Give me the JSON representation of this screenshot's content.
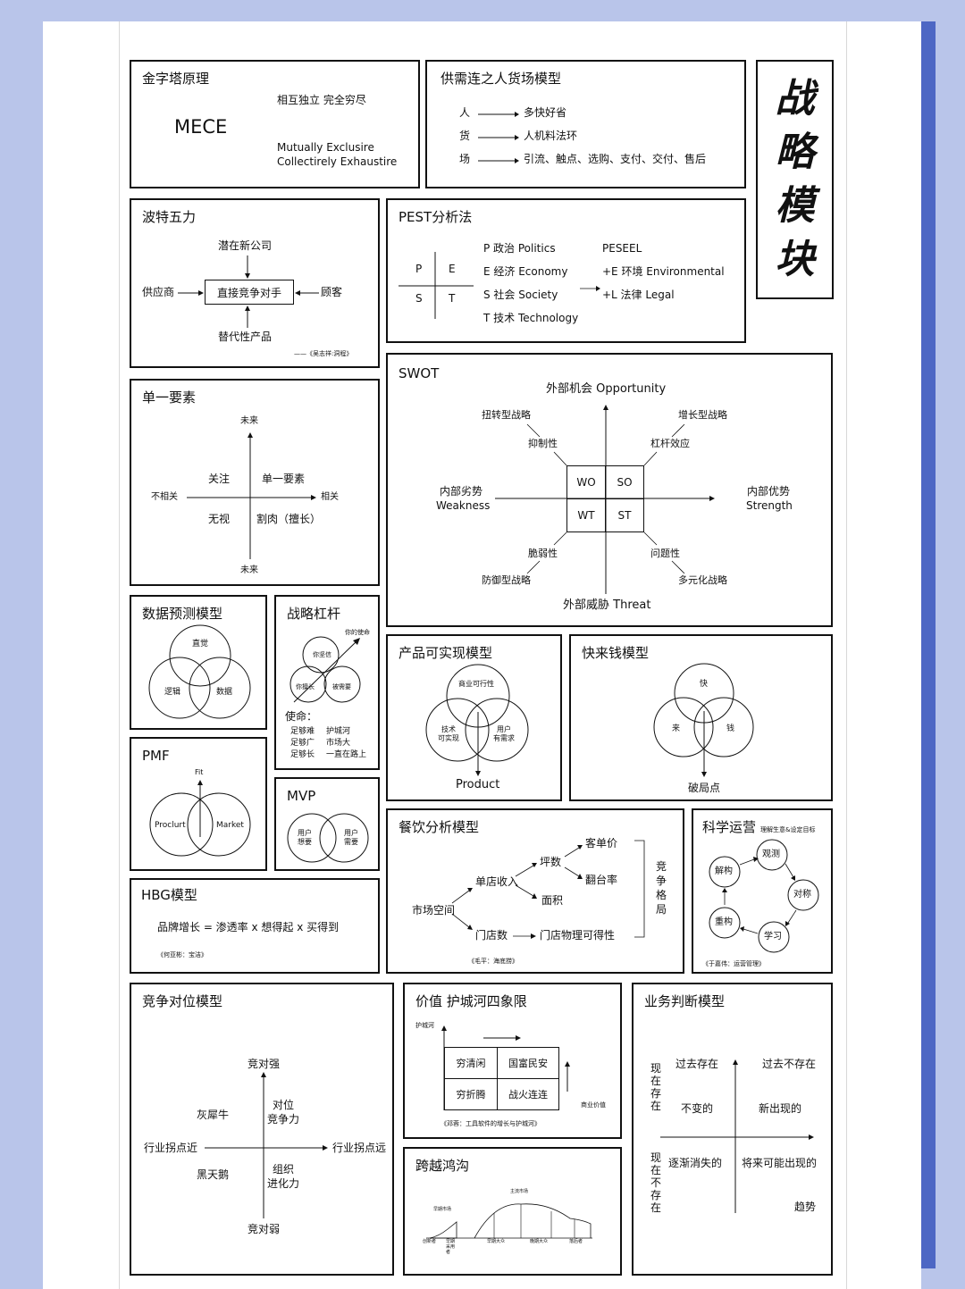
{
  "title_chars": [
    "战",
    "略",
    "模",
    "块"
  ],
  "pyramid": {
    "title": "金字塔原理",
    "mece": "MECE",
    "cn": "相互独立 完全穷尽",
    "en1": "Mutually Exclusire",
    "en2": "Collectirely Exhaustire"
  },
  "supply": {
    "title": "供需连之人货场模型",
    "rows": [
      {
        "k": "人",
        "v": "多快好省"
      },
      {
        "k": "货",
        "v": "人机料法环"
      },
      {
        "k": "场",
        "v": "引流、触点、选购、支付、交付、售后"
      }
    ]
  },
  "porter": {
    "title": "波特五力",
    "top": "潜在新公司",
    "left": "供应商",
    "center": "直接竞争对手",
    "right": "顾客",
    "bottom": "替代性产品",
    "cite": "——《吴志祥:洞程》"
  },
  "pest": {
    "title": "PEST分析法",
    "p": "P",
    "e": "E",
    "s": "S",
    "t": "T",
    "list": [
      "P 政治  Politics",
      "E 经济  Economy",
      "S 社会  Society",
      "T 技术  Technology"
    ],
    "ext": [
      "PESEEL",
      "+E 环境  Environmental",
      "+L 法律  Legal"
    ]
  },
  "single": {
    "title": "单一要素",
    "top": "未来",
    "bottom": "未来",
    "left": "不相关",
    "right": "相关",
    "q1": "关注",
    "q2": "单一要素",
    "q3": "无视",
    "q4": "割肉（擅长）"
  },
  "swot": {
    "title": "SWOT",
    "top": "外部机会 Opportunity",
    "bottom": "外部威胁 Threat",
    "left1": "内部劣势",
    "left2": "Weakness",
    "right1": "内部优势",
    "right2": "Strength",
    "wo": "WO",
    "so": "SO",
    "wt": "WT",
    "st": "ST",
    "tl1": "扭转型战略",
    "tl2": "抑制性",
    "tr1": "增长型战略",
    "tr2": "杠杆效应",
    "bl1": "脆弱性",
    "bl2": "防御型战略",
    "br1": "问题性",
    "br2": "多元化战略"
  },
  "forecast": {
    "title": "数据预测模型",
    "a": "直觉",
    "b": "逻辑",
    "c": "数据"
  },
  "lever": {
    "title": "战略杠杆",
    "mission": "你的使命",
    "c1": "你坚信",
    "c2": "你擅长",
    "c3": "被需要",
    "shimming": "使命：",
    "l1": "足够难",
    "l2": "足够广",
    "l3": "足够长",
    "r1": "护城河",
    "r2": "市场大",
    "r3": "一直在路上"
  },
  "pmf": {
    "title": "PMF",
    "fit": "Fit",
    "a": "Proclurt",
    "b": "Market"
  },
  "mvp": {
    "title": "MVP",
    "a1": "用户",
    "a2": "想要",
    "b1": "用户",
    "b2": "需要"
  },
  "hbg": {
    "title": "HBG模型",
    "formula": "品牌增长 = 渗透率 x 想得起 x 买得到",
    "cite": "《何亚彬：宝洁》"
  },
  "product": {
    "title": "产品可实现模型",
    "top": "商业可行性",
    "l1": "技术",
    "l2": "可实现",
    "r1": "用户",
    "r2": "有需求",
    "bottom": "Product"
  },
  "money": {
    "title": "快来钱模型",
    "top": "快",
    "left": "来",
    "right": "钱",
    "bottom": "破局点"
  },
  "food": {
    "title": "餐饮分析模型",
    "market": "市场空间",
    "rev": "单店收入",
    "stores": "门店数",
    "physical": "门店物理可得性",
    "pingshu": "坪数",
    "area": "面积",
    "price": "客单价",
    "turn": "翻台率",
    "comp": [
      "竞",
      "争",
      "格",
      "局"
    ],
    "cite": "《毛平：海底捞》"
  },
  "ops": {
    "title": "科学运营",
    "sub": "理解生意&设定目标",
    "n1": "观测",
    "n2": "解构",
    "n3": "对称",
    "n4": "重构",
    "n5": "学习",
    "cite": "《于嘉伟：运营管理》"
  },
  "compete": {
    "title": "竞争对位模型",
    "top": "竞对强",
    "bottom": "竞对弱",
    "left": "行业拐点近",
    "right": "行业拐点远",
    "q1": "灰犀牛",
    "q2a": "对位",
    "q2b": "竞争力",
    "q3": "黑天鹅",
    "q4a": "组织",
    "q4b": "进化力"
  },
  "moat": {
    "title": "价值 护城河四象限",
    "y": "护城河",
    "x": "商业价值",
    "c1": "穷清闲",
    "c2": "国富民安",
    "c3": "穷折腾",
    "c4": "战火连连",
    "cite": "《邓蓉：工具软件的增长与护城河》"
  },
  "chasm": {
    "title": "跨越鸿沟",
    "peak": "主流市场",
    "early": "早期市场",
    "labels": [
      "创新者",
      "早期采用者",
      "早期大众",
      "晚期大众",
      "落后者"
    ]
  },
  "biz": {
    "title": "业务判断模型",
    "v1": [
      "现",
      "在",
      "存",
      "在"
    ],
    "v2": [
      "现",
      "在",
      "不",
      "存",
      "在"
    ],
    "h1": "过去存在",
    "h2": "过去不存在",
    "q1": "不变的",
    "q2": "新出现的",
    "q3": "逐渐消失的",
    "q4": "将来可能出现的",
    "trend": "趋势"
  }
}
